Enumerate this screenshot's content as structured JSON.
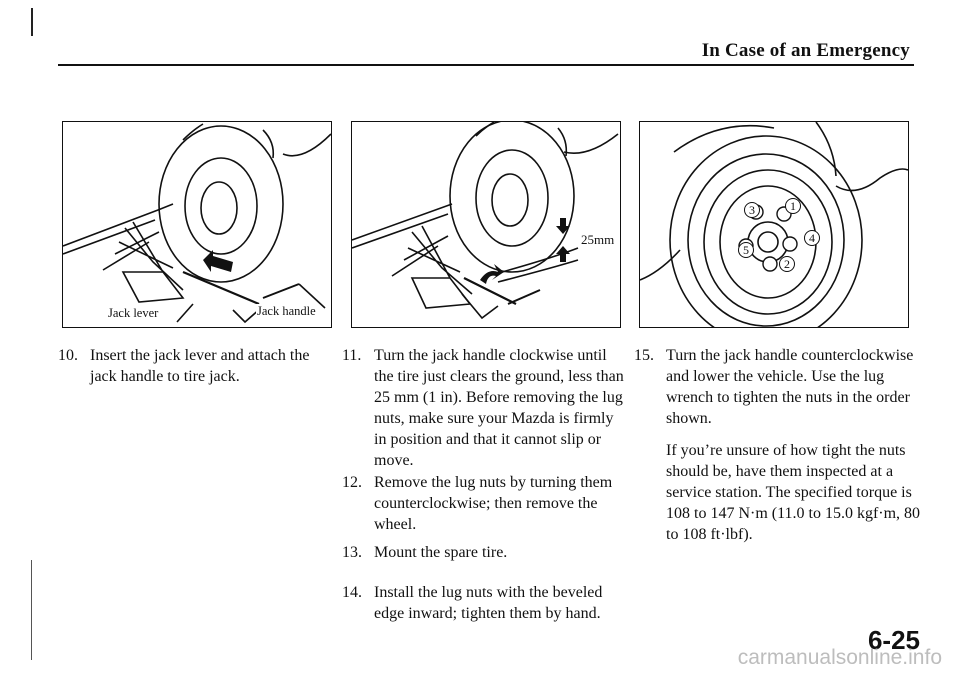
{
  "header": {
    "title": "In Case of an Emergency"
  },
  "figures": {
    "fig1": {
      "jack_lever_label": "Jack lever",
      "jack_handle_label": "Jack handle"
    },
    "fig2": {
      "clearance_label": "25mm"
    },
    "fig3": {
      "lug_order": [
        "1",
        "2",
        "3",
        "4",
        "5"
      ]
    }
  },
  "steps": [
    {
      "number": "10.",
      "text": "Insert the jack lever and attach the jack handle to tire jack."
    },
    {
      "number": "11.",
      "text": "Turn the jack handle clockwise until the tire just clears the ground, less than 25 mm (1 in). Before removing the lug nuts, make sure your Mazda is firmly in position and that it cannot slip or move."
    },
    {
      "number": "12.",
      "text": "Remove the lug nuts by turning them counterclockwise; then remove the wheel."
    },
    {
      "number": "13.",
      "text": "Mount the spare tire."
    },
    {
      "number": "14.",
      "text": "Install the lug nuts with the beveled edge inward; tighten them by hand."
    },
    {
      "number": "15.",
      "text": "Turn the jack handle counterclockwise and lower the vehicle. Use the lug wrench to tighten the nuts in the order shown."
    }
  ],
  "torque_note": "If you’re unsure of how tight the nuts should be, have them inspected at a service station. The specified torque is 108 to 147 N·m (11.0 to 15.0 kgf·m, 80 to 108 ft·lbf).",
  "page_number": "6-25",
  "watermark": "carmanualsonline.info"
}
